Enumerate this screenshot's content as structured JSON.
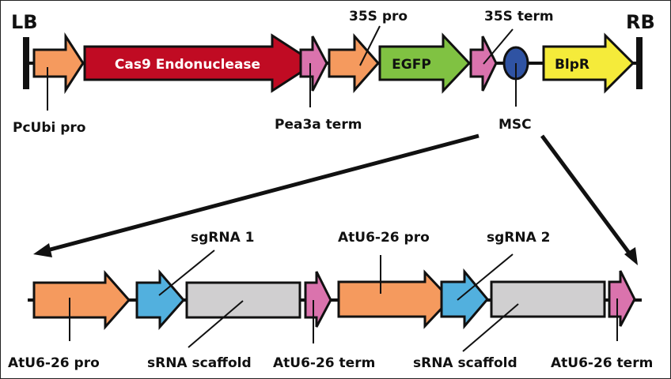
{
  "colors": {
    "promoter": "#f59a5e",
    "cas9": "#c00b23",
    "terminator": "#da73ad",
    "egfp": "#80c242",
    "msc": "#2f53a3",
    "blpr": "#f5eb3a",
    "sgrna": "#52b0de",
    "scaffold": "#d0cfd0",
    "line": "#111111"
  },
  "top": {
    "left_border": "LB",
    "right_border": "RB",
    "elements": [
      {
        "id": "pcubi",
        "label": "PcUbi pro",
        "type": "promoter"
      },
      {
        "id": "cas9",
        "label": "Cas9 Endonuclease",
        "type": "cds"
      },
      {
        "id": "pea3a",
        "label": "Pea3a term",
        "type": "terminator"
      },
      {
        "id": "p35s",
        "label": "35S pro",
        "type": "promoter"
      },
      {
        "id": "egfp",
        "label": "EGFP",
        "type": "cds"
      },
      {
        "id": "t35s",
        "label": "35S term",
        "type": "terminator"
      },
      {
        "id": "msc",
        "label": "MSC",
        "type": "site"
      },
      {
        "id": "blpr",
        "label": "BlpR",
        "type": "cds"
      }
    ]
  },
  "bottom": {
    "elements": [
      {
        "id": "u6pro1",
        "label": "AtU6-26 pro",
        "type": "promoter"
      },
      {
        "id": "sg1",
        "label": "sgRNA 1",
        "type": "guide"
      },
      {
        "id": "scaf1",
        "label": "sRNA scaffold",
        "type": "scaffold"
      },
      {
        "id": "u6term1",
        "label": "AtU6-26 term",
        "type": "terminator"
      },
      {
        "id": "u6pro2",
        "label": "AtU6-26 pro",
        "type": "promoter"
      },
      {
        "id": "sg2",
        "label": "sgRNA 2",
        "type": "guide"
      },
      {
        "id": "scaf2",
        "label": "sRNA scaffold",
        "type": "scaffold"
      },
      {
        "id": "u6term2",
        "label": "AtU6-26 term",
        "type": "terminator"
      }
    ]
  }
}
